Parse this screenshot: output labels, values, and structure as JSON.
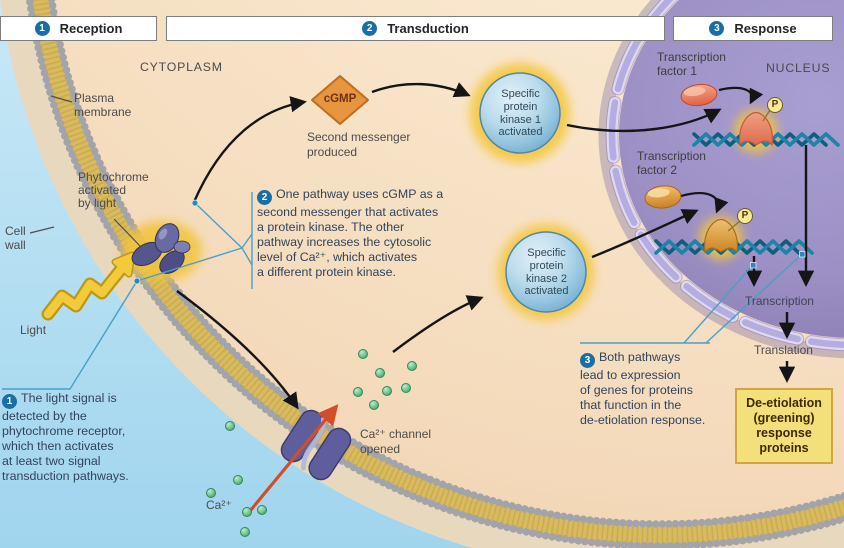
{
  "header": {
    "steps": [
      {
        "num": "1",
        "label": "Reception"
      },
      {
        "num": "2",
        "label": "Transduction"
      },
      {
        "num": "3",
        "label": "Response"
      }
    ]
  },
  "regions": {
    "cytoplasm": "CYTOPLASM",
    "nucleus": "NUCLEUS"
  },
  "labels": {
    "plasma_membrane": "Plasma\nmembrane",
    "cell_wall": "Cell\nwall",
    "light": "Light",
    "phytochrome": "Phytochrome\nactivated\nby light",
    "cgmp": "cGMP",
    "second_messenger": "Second messenger\nproduced",
    "kinase1": "Specific\nprotein\nkinase 1\nactivated",
    "kinase2": "Specific\nprotein\nkinase 2\nactivated",
    "ca_channel": "Ca²⁺ channel\nopened",
    "ca_ion": "Ca²⁺",
    "tf1": "Transcription\nfactor 1",
    "tf2": "Transcription\nfactor 2",
    "transcription": "Transcription",
    "translation": "Translation",
    "p_badge": "P"
  },
  "steps": [
    {
      "num": "1",
      "text": "The light signal is\ndetected by the\nphytochrome receptor,\nwhich then activates\nat least two signal\ntransduction pathways."
    },
    {
      "num": "2",
      "text": "One pathway uses cGMP as a\nsecond messenger that activates\na protein kinase. The other\npathway increases the cytosolic\nlevel of Ca²⁺, which activates\na different protein kinase."
    },
    {
      "num": "3",
      "text": "Both pathways\nlead to expression\nof genes for proteins\nthat function in the\nde-etiolation response."
    }
  ],
  "response_box": {
    "text": "De-etiolation\n(greening)\nresponse\nproteins"
  },
  "colors": {
    "step_badge": "#1a6ea6",
    "outside_blue": "#a9d9ef",
    "cytoplasm": "#f9e7cd",
    "cell_wall": "#e8d8bd",
    "membrane_gold": "#d8ba5f",
    "nucleus_purple": "#9c90c5",
    "envelope_lavender": "#b5ace0",
    "glow_yellow": "#f4c83e",
    "kinase_blue": "#90c2de",
    "cgmp_orange": "#e8953f",
    "tf1_salmon": "#ef8a6a",
    "tf2_orange": "#e09a46",
    "dna_teal": "#1d84a8",
    "ion_green": "#5cb57e",
    "red_arrow": "#d14e28",
    "leader_teal": "#49a0c8",
    "response_box_yellow": "#f4e07a"
  }
}
